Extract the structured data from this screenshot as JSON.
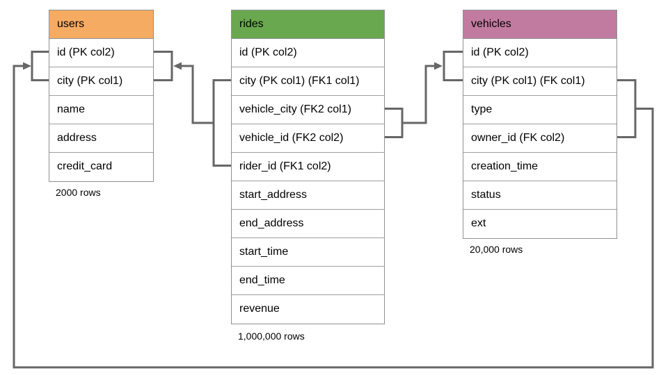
{
  "diagram": {
    "background_color": "#ffffff",
    "connector_color": "#666666",
    "table_border_color": "#8f8f8f"
  },
  "tables": [
    {
      "name": "users",
      "header_color": "#f6ab63",
      "columns": [
        "id (PK col2)",
        "city (PK col1)",
        "name",
        "address",
        "credit_card"
      ],
      "row_count": "2000 rows"
    },
    {
      "name": "rides",
      "header_color": "#6aa84f",
      "columns": [
        "id (PK col2)",
        "city (PK col1) (FK1 col1)",
        "vehicle_city (FK2 col1)",
        "vehicle_id (FK2 col2)",
        "rider_id (FK1 col2)",
        "start_address",
        "end_address",
        "start_time",
        "end_time",
        "revenue"
      ],
      "row_count": "1,000,000 rows"
    },
    {
      "name": "vehicles",
      "header_color": "#c27ba0",
      "columns": [
        "id (PK col2)",
        "city (PK col1) (FK col1)",
        "type",
        "owner_id (FK col2)",
        "creation_time",
        "status",
        "ext"
      ],
      "row_count": "20,000 rows"
    }
  ],
  "relationships": [
    {
      "label": "FK1",
      "from": "rides (city, rider_id)",
      "to": "users (city, id)"
    },
    {
      "label": "FK2",
      "from": "rides (vehicle_city, vehicle_id)",
      "to": "vehicles (city, id)"
    },
    {
      "label": "FK",
      "from": "vehicles (city, owner_id)",
      "to": "users (city, id)"
    }
  ]
}
